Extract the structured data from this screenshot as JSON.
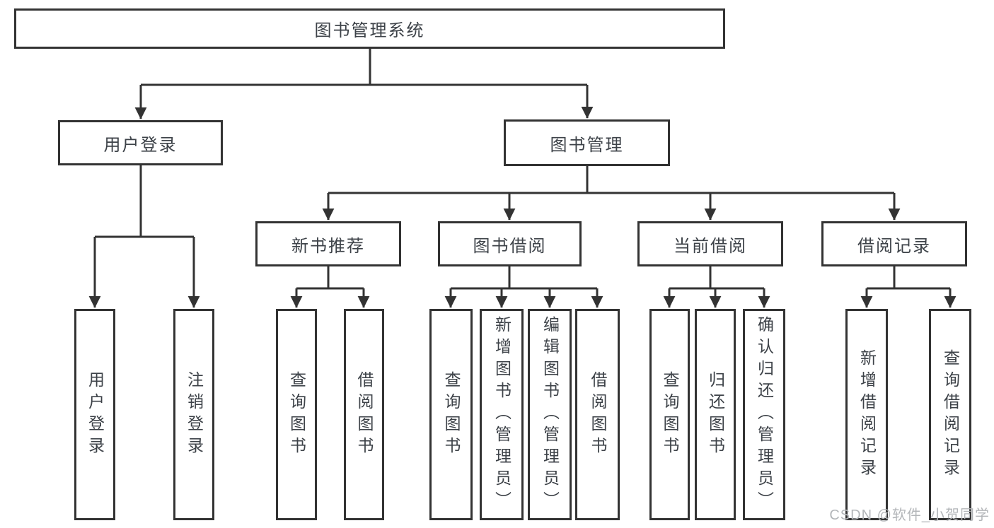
{
  "title": {
    "label": "图书管理系统"
  },
  "branches": {
    "user_login": {
      "label": "用户登录",
      "children": [
        {
          "label": "用户登录"
        },
        {
          "label": "注销登录"
        }
      ]
    },
    "book_management": {
      "label": "图书管理",
      "groups": {
        "new_book_recommend": {
          "label": "新书推荐",
          "children": [
            {
              "label": "查询图书"
            },
            {
              "label": "借阅图书"
            }
          ]
        },
        "book_borrow": {
          "label": "图书借阅",
          "children": [
            {
              "label": "查询图书"
            },
            {
              "label": "新增图书（管理员）"
            },
            {
              "label": "编辑图书（管理员）"
            },
            {
              "label": "借阅图书"
            }
          ]
        },
        "current_borrow": {
          "label": "当前借阅",
          "children": [
            {
              "label": "查询图书"
            },
            {
              "label": "归还图书"
            },
            {
              "label": "确认归还（管理员）"
            }
          ]
        },
        "borrow_records": {
          "label": "借阅记录",
          "children": [
            {
              "label": "新增借阅记录"
            },
            {
              "label": "查询借阅记录"
            }
          ]
        }
      }
    }
  },
  "watermark": {
    "label": "CSDN @软件_小贺同学"
  },
  "colors": {
    "line": "#333333",
    "text": "#3d4248",
    "box_fill": "#ffffff",
    "background": "#ffffff",
    "watermark": "#b3b6b9"
  }
}
